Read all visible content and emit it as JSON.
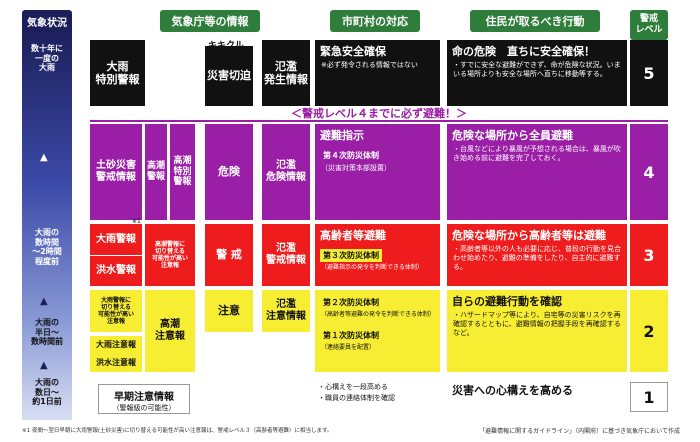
{
  "headers": {
    "weather_status": "気象状況",
    "jma_info": "気象庁等の情報",
    "municipal": "市町村の対応",
    "residents": "住民が取るべき行動",
    "alert_level": "警戒\nレベル",
    "kikikuru": "キキクル"
  },
  "weather_rows": {
    "row5": "数十年に\n一度の\n大雨",
    "row3": "大雨の\n数時間\n～2時間\n程度前",
    "row2": "大雨の\n半日～\n数時間前",
    "row1": "大雨の\n数日～\n約1日前"
  },
  "level5": {
    "heavy_rain_special": "大雨\n特別警報",
    "disaster_cut": "災害切迫",
    "flood_occurred": "氾濫\n発生情報",
    "municipal_title": "緊急安全確保",
    "municipal_note": "※必ず発令される情報ではない",
    "action_title": "命の危険　直ちに安全確保！",
    "action_body": "・すでに安全な避難ができず、命が危険な状況。いまいる場所よりも安全な場所へ直ちに移動等する。",
    "level": "5"
  },
  "banner": "＜警戒レベル４までに必ず避難！＞",
  "level4": {
    "landslide": "土砂災害\n警戒情報",
    "heavy_rain_warning": "高潮\n警報",
    "storm_surge_special": "高潮\n特別\n警報",
    "kikikuru": "危険",
    "flood_danger": "氾濫\n危険情報",
    "municipal_title": "避難指示",
    "municipal_tag": "第４次防災体制",
    "municipal_sub": "（災害対策本部設置）",
    "action_title": "危険な場所から全員避難",
    "action_body": "・台風などにより暴風が予想される場合は、暴風が吹き始める前に避難を完了しておく。",
    "level": "4"
  },
  "level3": {
    "heavy_rain_warning": "大雨警報",
    "flood_warning": "洪水警報",
    "note_mark": "※1",
    "storm_surge_advisory": "高潮警報に\n切り替える\n可能性が高い\n注意報",
    "kikikuru": "警 戒",
    "flood_warning_info": "氾濫\n警戒情報",
    "municipal_title": "高齢者等避難",
    "municipal_tag": "第３次防災体制",
    "municipal_sub": "（避難指示の発令を判断できる体制）",
    "action_title": "危険な場所から高齢者等は避難",
    "action_body": "・高齢者等以外の人も必要に応じ、普段の行動を見合わせ始めたり、避難の準備をしたり、自主的に避難する。",
    "level": "3"
  },
  "level2": {
    "heavy_rain_advisory_switch": "大雨警報に\n切り替える\n可能性が高い\n注意報",
    "storm_surge_advisory": "高潮\n注意報",
    "heavy_rain_advisory": "大雨注意報",
    "flood_advisory": "洪水注意報",
    "kikikuru": "注意",
    "flood_attention": "氾濫\n注意情報",
    "municipal_tag2": "第２次防災体制",
    "municipal_sub2": "（高齢者等避難の発令を判断できる体制）",
    "municipal_tag1": "第１次防災体制",
    "municipal_sub1": "（連絡要員を配置）",
    "action_title": "自らの避難行動を確認",
    "action_body": "・ハザードマップ等により、自宅等の災害リスクを再確認するとともに、避難情報の把握手段を再確認するなど。",
    "level": "2"
  },
  "level1": {
    "early_warning": "早期注意情報",
    "early_warning_sub": "（警報級の可能性）",
    "municipal_item1": "・心構えを一段高める",
    "municipal_item2": "・職員の連絡体制を確認",
    "action_title": "災害への心構えを高める",
    "level": "1"
  },
  "footnotes": {
    "left": "※1 夜間～翌日早朝に大雨警報(土砂災害)に切り替える可能性が高い注意報は、警戒レベル３（高齢者等避難）に相当します。",
    "right": "「避難情報に関するガイドライン」（内閣府）に基づき気象庁において作成"
  },
  "colors": {
    "level5": "#111111",
    "level4": "#9a1ea6",
    "level3": "#ee1c1c",
    "level2": "#f7ee34",
    "level1": "#ffffff",
    "header": "#2e7d3a"
  }
}
